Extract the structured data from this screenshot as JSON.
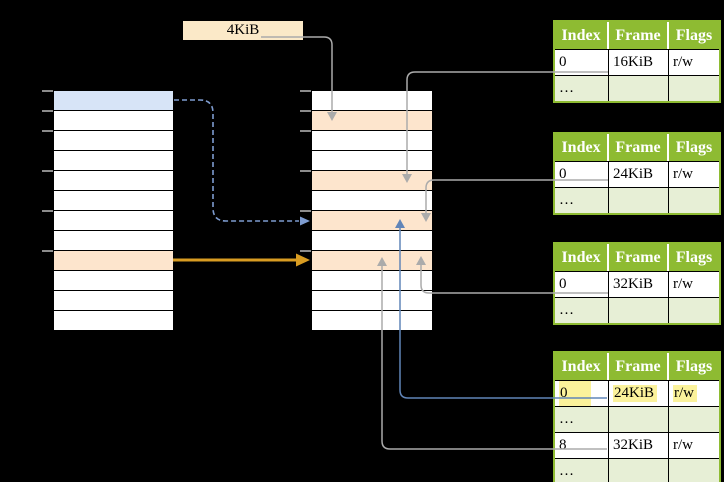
{
  "colors": {
    "background": "#000000",
    "gray_connector": "#ababab",
    "blue_connector": "#6185b8",
    "blue_dashed_connector": "#7e9cd0",
    "orange_connector": "#d89c22",
    "header_green": "#8ebb32",
    "row_light_green": "#e7efd6",
    "row_orange": "#fde5cd",
    "row_blue": "#d7e4f7",
    "label_cream": "#fbe9c8",
    "highlight_yellow": "#fbf29b",
    "tick_gray": "#8c8c8c"
  },
  "size_label": {
    "text": "4KiB"
  },
  "memory_columns": {
    "virtual": {
      "rows": [
        "blue",
        "white",
        "white",
        "white",
        "white",
        "white",
        "white",
        "white",
        "orange",
        "white",
        "white",
        "white"
      ],
      "tick_rows": [
        0,
        1,
        2,
        4,
        6,
        8
      ]
    },
    "physical": {
      "rows": [
        "white",
        "orange",
        "white",
        "white",
        "orange",
        "white",
        "orange",
        "white",
        "orange",
        "white",
        "white",
        "white"
      ],
      "tick_rows": [
        0,
        1,
        2,
        4,
        6,
        8
      ]
    }
  },
  "page_tables": [
    {
      "name": "page-table-16kib",
      "headers": [
        "Index",
        "Frame",
        "Flags"
      ],
      "rows": [
        {
          "cells": [
            "0",
            "16KiB",
            "r/w"
          ],
          "tone": "white",
          "highlight": false
        },
        {
          "cells": [
            "…",
            "",
            ""
          ],
          "tone": "green",
          "highlight": false
        }
      ]
    },
    {
      "name": "page-table-24kib",
      "headers": [
        "Index",
        "Frame",
        "Flags"
      ],
      "rows": [
        {
          "cells": [
            "0",
            "24KiB",
            "r/w"
          ],
          "tone": "white",
          "highlight": false
        },
        {
          "cells": [
            "…",
            "",
            ""
          ],
          "tone": "green",
          "highlight": false
        }
      ]
    },
    {
      "name": "page-table-32kib",
      "headers": [
        "Index",
        "Frame",
        "Flags"
      ],
      "rows": [
        {
          "cells": [
            "0",
            "32KiB",
            "r/w"
          ],
          "tone": "white",
          "highlight": false
        },
        {
          "cells": [
            "…",
            "",
            ""
          ],
          "tone": "green",
          "highlight": false
        }
      ]
    },
    {
      "name": "page-table-level2",
      "headers": [
        "Index",
        "Frame",
        "Flags"
      ],
      "rows": [
        {
          "cells": [
            "0",
            "24KiB",
            "r/w"
          ],
          "tone": "white",
          "highlight": true
        },
        {
          "cells": [
            "…",
            "",
            ""
          ],
          "tone": "green",
          "highlight": false
        },
        {
          "cells": [
            "8",
            "32KiB",
            "r/w"
          ],
          "tone": "white",
          "highlight": false
        },
        {
          "cells": [
            "…",
            "",
            ""
          ],
          "tone": "green",
          "highlight": false
        }
      ]
    }
  ]
}
